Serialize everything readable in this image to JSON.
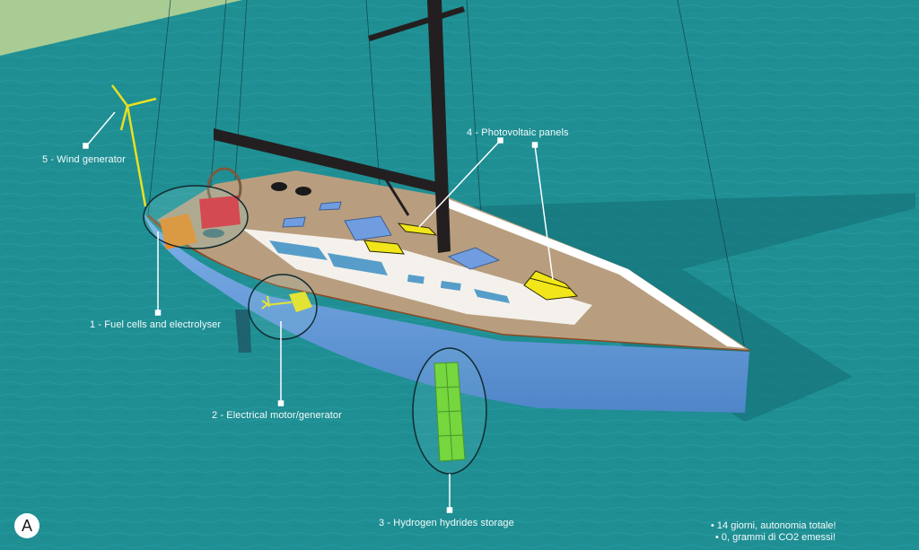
{
  "figure": {
    "badge": "A",
    "colors": {
      "sea": "#1f8f94",
      "land": "#a8cc94",
      "hull": "#6fa3e0",
      "deck": "#b89e7f",
      "mast": "#231f20",
      "fuel_cell_red": "#e8232e",
      "fuel_cell_orange": "#f08a1c",
      "pv_panel": "#f2e61a",
      "hydride_storage": "#72d62a",
      "callout_line": "#ffffff"
    }
  },
  "callouts": [
    {
      "id": 1,
      "label": "1 - Fuel cells and electrolyser"
    },
    {
      "id": 2,
      "label": "2 - Electrical motor/generator"
    },
    {
      "id": 3,
      "label": "3 - Hydrogen hydrides storage"
    },
    {
      "id": 4,
      "label": "4 - Photovoltaic panels"
    },
    {
      "id": 5,
      "label": "5 - Wind generator"
    }
  ],
  "notes": [
    "• 14 giorni, autonomia totale!",
    "• 0, grammi di CO2 emessi!"
  ]
}
